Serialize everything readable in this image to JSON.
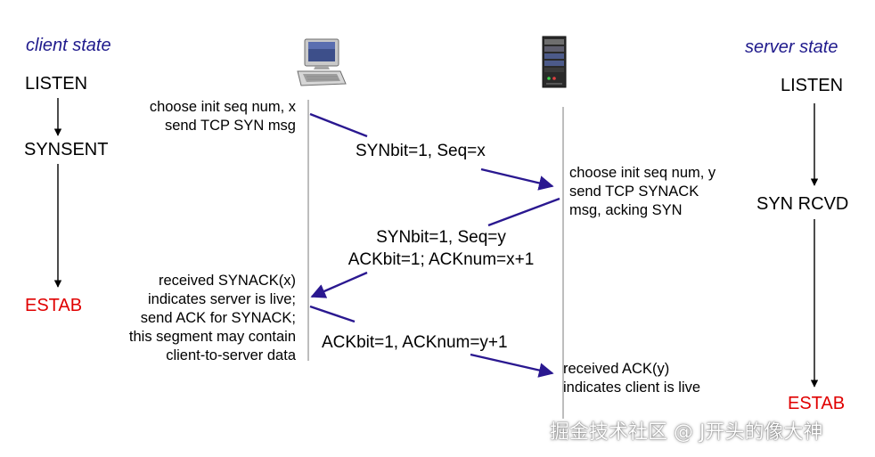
{
  "client": {
    "title": "client state",
    "states": {
      "listen": "LISTEN",
      "synsent": "SYNSENT",
      "estab": "ESTAB"
    },
    "note1": [
      "choose init seq num, x",
      "send TCP SYN msg"
    ],
    "note2": [
      "received SYNACK(x)",
      "indicates server is live;",
      "send ACK for SYNACK;",
      "this segment may contain",
      "client-to-server data"
    ]
  },
  "server": {
    "title": "server state",
    "states": {
      "listen": "LISTEN",
      "synrcvd": "SYN RCVD",
      "estab": "ESTAB"
    },
    "note1": [
      "choose init seq num, y",
      "send TCP SYNACK",
      "msg, acking SYN"
    ],
    "note2": [
      "received ACK(y)",
      "indicates client is live"
    ]
  },
  "messages": {
    "syn": "SYNbit=1, Seq=x",
    "synack": [
      "SYNbit=1, Seq=y",
      "ACKbit=1; ACKnum=x+1"
    ],
    "ack": "ACKbit=1, ACKnum=y+1"
  },
  "icons": {
    "client": "computer-icon",
    "server": "server-tower-icon"
  },
  "colors": {
    "title": "#1f1a8c",
    "estab": "#e00000",
    "arrow": "#2a1890",
    "timeline": "#9a9a9a"
  },
  "watermark": "掘金技术社区 @ J开头的像大神"
}
